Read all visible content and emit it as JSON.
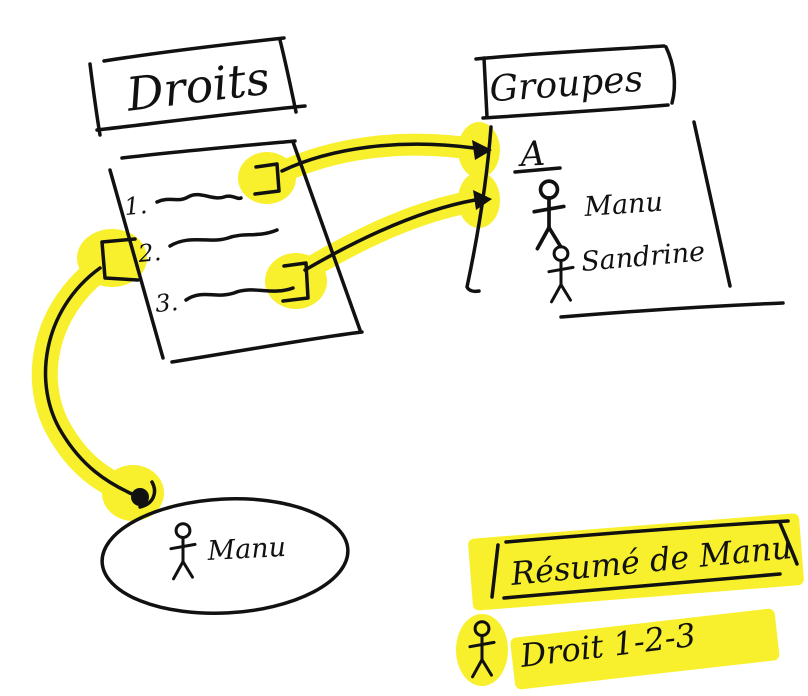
{
  "colors": {
    "ink": "#111111",
    "highlight": "#f8f02c",
    "paper": "#ffffff"
  },
  "droits": {
    "title": "Droits",
    "items": [
      "1.",
      "2.",
      "3."
    ]
  },
  "groupes": {
    "title": "Groupes",
    "group_label": "A",
    "members": [
      "Manu",
      "Sandrine"
    ]
  },
  "bubble": {
    "member": "Manu"
  },
  "summary": {
    "title": "Résumé de Manu",
    "rights": "Droit 1-2-3"
  }
}
